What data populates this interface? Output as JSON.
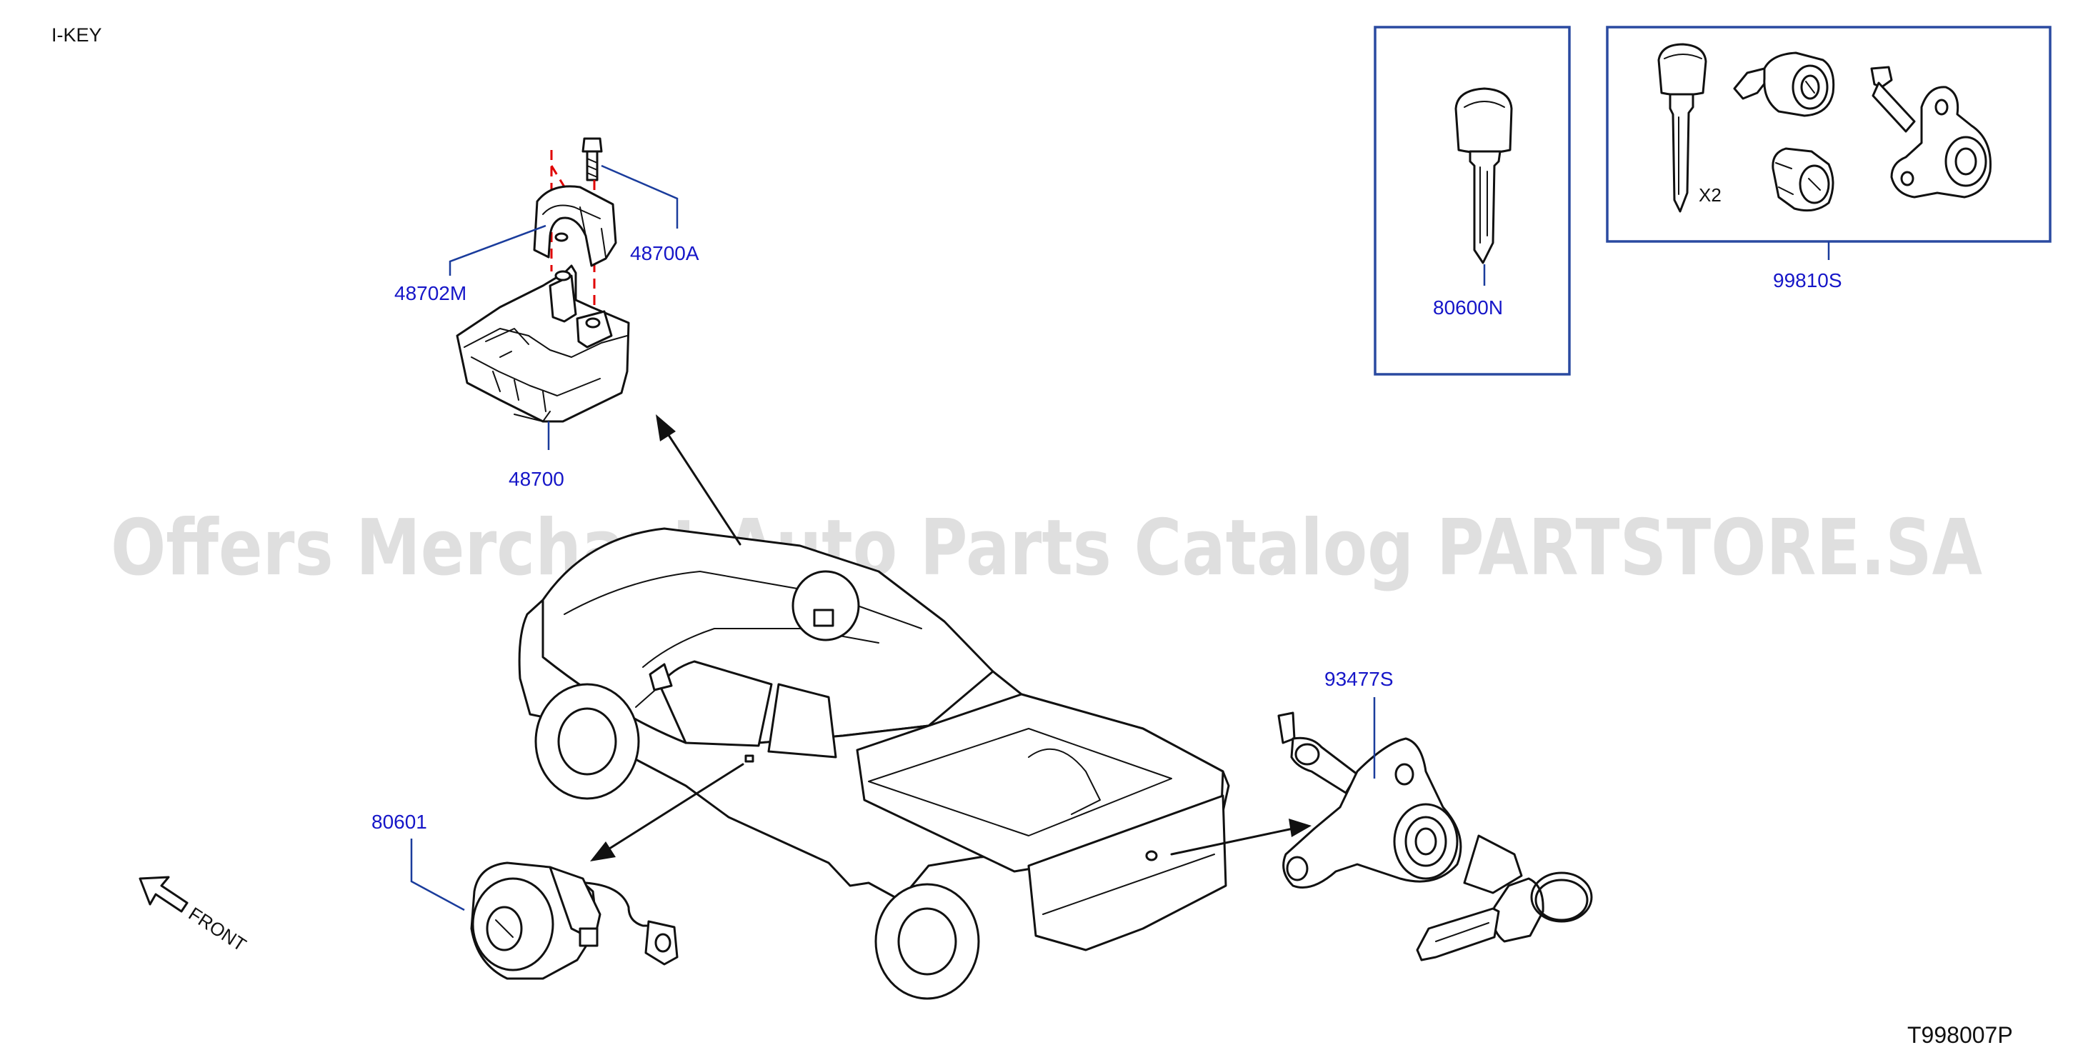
{
  "header": {
    "title": "I-KEY"
  },
  "footer": {
    "diagram_code": "T998007P"
  },
  "watermark": {
    "text": "Offers Merchant Auto Parts Catalog PARTSTORE.SA"
  },
  "orientation": {
    "label": "FRONT"
  },
  "parts": {
    "p48700A": "48700A",
    "p48702M": "48702M",
    "p48700": "48700",
    "p80600N": "80600N",
    "p99810S": "99810S",
    "p93477S": "93477S",
    "p80601": "80601"
  },
  "notes": {
    "key_quantity": "X2"
  },
  "colors": {
    "label": "#1616c8",
    "leader": "#1a3c9c",
    "box": "#2a4aa0",
    "alignment_line": "#e00000"
  }
}
